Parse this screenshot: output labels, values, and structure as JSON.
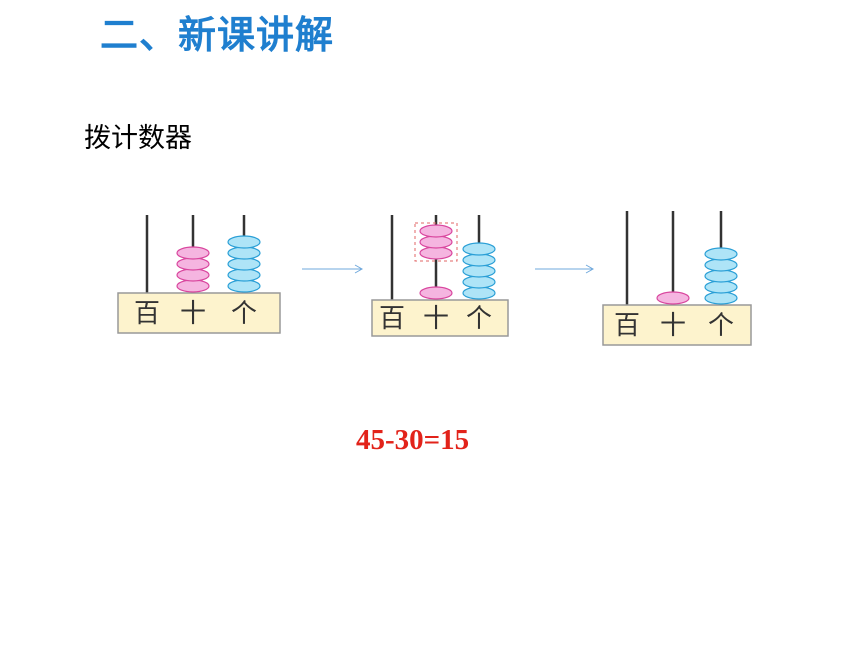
{
  "slide": {
    "title": "二、新课讲解",
    "subtitle": "拨计数器",
    "equation": "45-30=15"
  },
  "abacuses": [
    {
      "labels": [
        "百",
        "十",
        "个"
      ],
      "beads": {
        "hundreds": 0,
        "tens": 4,
        "ones": 5
      }
    },
    {
      "labels": [
        "百",
        "十",
        "个"
      ],
      "beads": {
        "hundreds": 0,
        "tens": 4,
        "ones": 5
      },
      "highlight": "tens-top-3"
    },
    {
      "labels": [
        "百",
        "十",
        "个"
      ],
      "beads": {
        "hundreds": 0,
        "tens": 1,
        "ones": 5
      }
    }
  ],
  "colors": {
    "title": "#1f7fcf",
    "equation": "#e2231a",
    "tens_bead": "#f5b5e0",
    "tens_bead_stroke": "#d9469e",
    "ones_bead": "#aee4f7",
    "ones_bead_stroke": "#2a9fd6",
    "base_fill": "#fdf3cd",
    "base_stroke": "#999999",
    "arrow": "#6fa8dc"
  }
}
